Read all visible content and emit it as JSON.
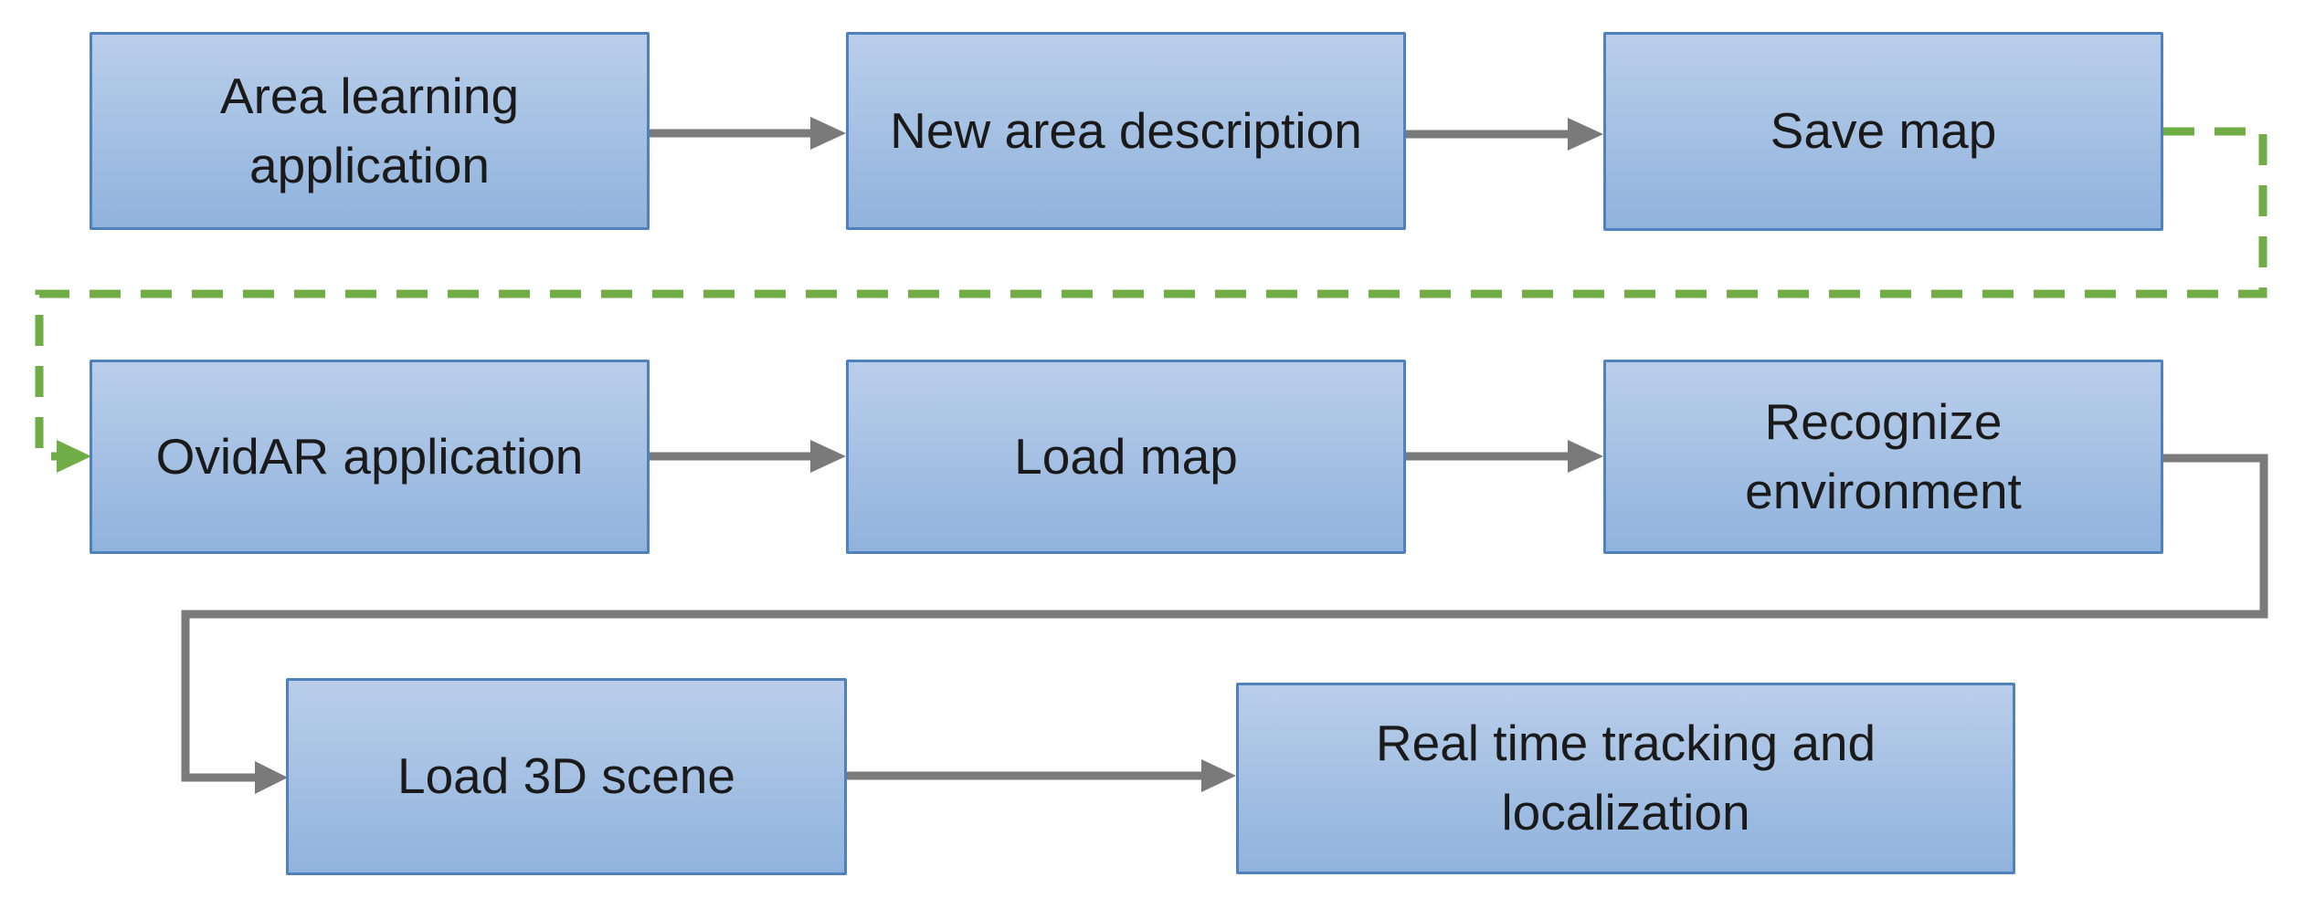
{
  "diagram": {
    "type": "flowchart",
    "nodes": [
      {
        "id": "area-learning-application",
        "label": "Area learning application",
        "row": 1
      },
      {
        "id": "new-area-description",
        "label": "New area description",
        "row": 1
      },
      {
        "id": "save-map",
        "label": "Save map",
        "row": 1
      },
      {
        "id": "ovidar-application",
        "label": "OvidAR application",
        "row": 2
      },
      {
        "id": "load-map",
        "label": "Load map",
        "row": 2
      },
      {
        "id": "recognize-environment",
        "label": "Recognize environment",
        "row": 2
      },
      {
        "id": "load-3d-scene",
        "label": "Load 3D scene",
        "row": 3
      },
      {
        "id": "real-time-tracking",
        "label": "Real time tracking and localization",
        "row": 3
      }
    ],
    "connectors": [
      {
        "from": "area-learning-application",
        "to": "new-area-description",
        "style": "solid",
        "color": "#7a7a7a"
      },
      {
        "from": "new-area-description",
        "to": "save-map",
        "style": "solid",
        "color": "#7a7a7a"
      },
      {
        "from": "save-map",
        "to": "ovidar-application",
        "style": "dashed",
        "color": "#70ad47"
      },
      {
        "from": "ovidar-application",
        "to": "load-map",
        "style": "solid",
        "color": "#7a7a7a"
      },
      {
        "from": "load-map",
        "to": "recognize-environment",
        "style": "solid",
        "color": "#7a7a7a"
      },
      {
        "from": "recognize-environment",
        "to": "load-3d-scene",
        "style": "solid",
        "color": "#7a7a7a"
      },
      {
        "from": "load-3d-scene",
        "to": "real-time-tracking",
        "style": "solid",
        "color": "#7a7a7a"
      }
    ]
  },
  "nodes": [
    {
      "label": "Area learning application"
    },
    {
      "label": "New area description"
    },
    {
      "label": "Save map"
    },
    {
      "label": "OvidAR application"
    },
    {
      "label": "Load map"
    },
    {
      "label": "Recognize environment"
    },
    {
      "label": "Load 3D scene"
    },
    {
      "label": "Real time tracking and localization"
    }
  ],
  "colors": {
    "box_fill_top": "#baceeb",
    "box_fill_bottom": "#90b3dd",
    "box_border": "#4f81bd",
    "arrow_gray": "#7a7a7a",
    "dashed_green": "#70ad47",
    "text": "#1a1a1a"
  }
}
